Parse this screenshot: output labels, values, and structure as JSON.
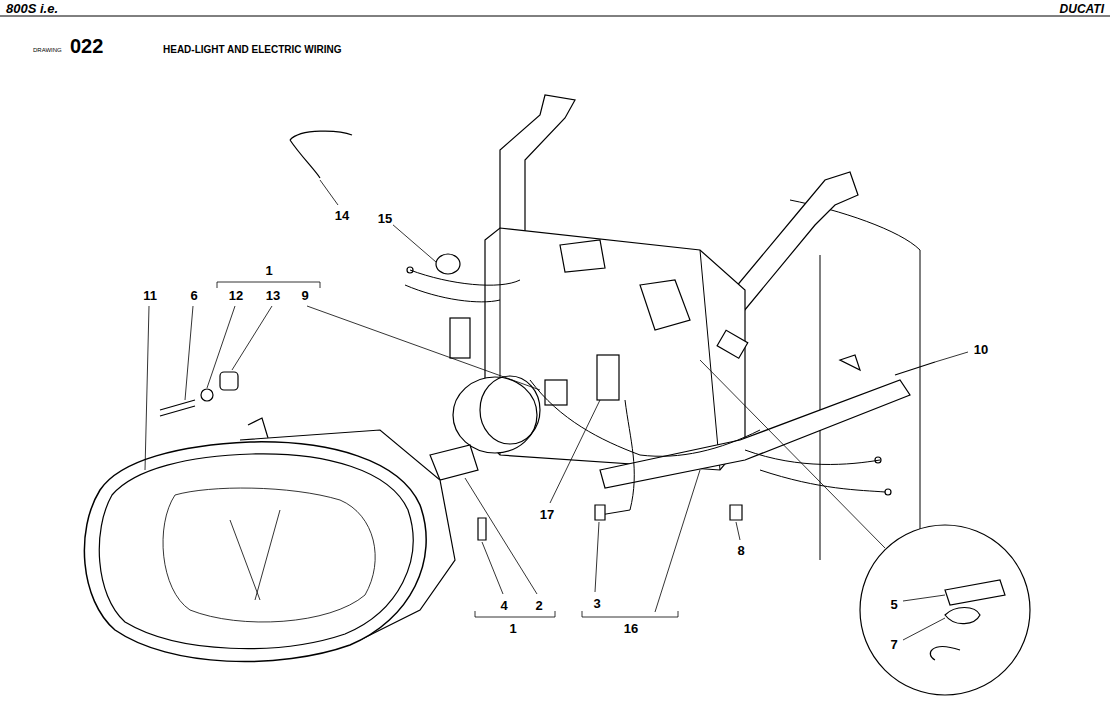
{
  "diagram": {
    "title": "HEAD-LIGHT AND ELECTRIC WIRING",
    "labels": [
      "800S i.e.",
      "DUCATI",
      "DRAWING",
      "022",
      "14",
      "15",
      "1",
      "11",
      "6",
      "12",
      "13",
      "9",
      "10",
      "17",
      "8",
      "3",
      "4",
      "2",
      "1",
      "16",
      "5",
      "7"
    ]
  }
}
